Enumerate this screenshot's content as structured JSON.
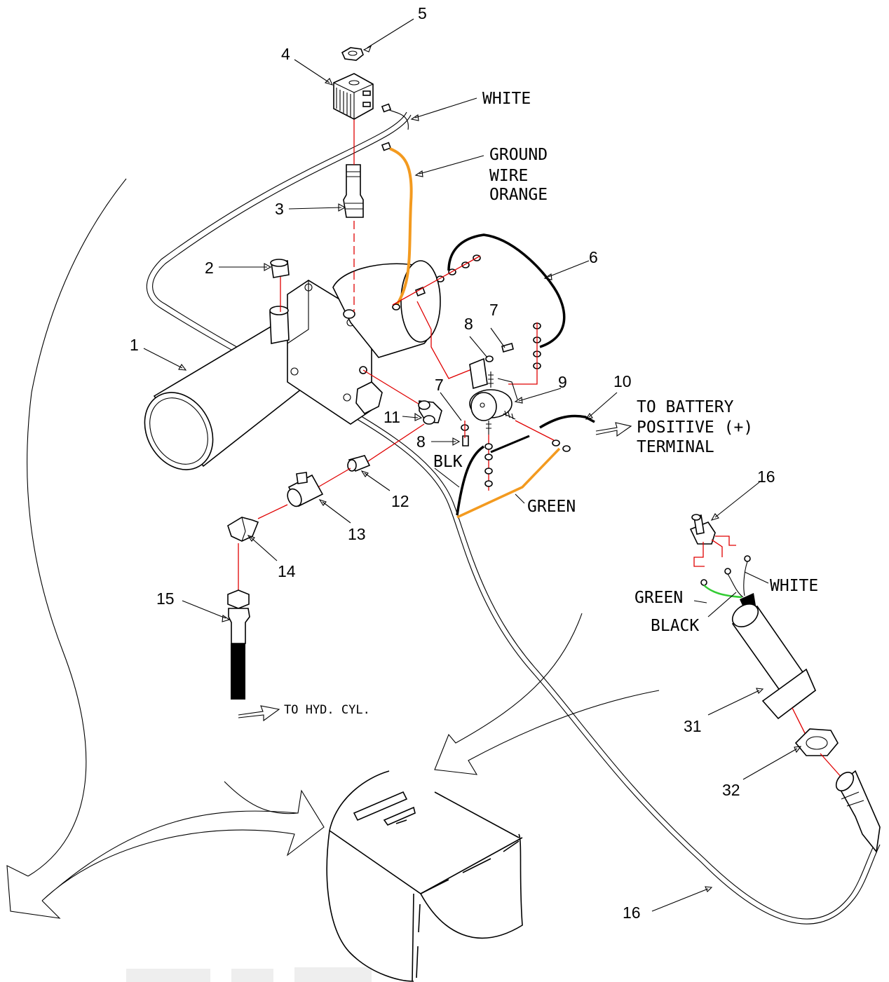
{
  "parts": {
    "p1": "1",
    "p2": "2",
    "p3": "3",
    "p4": "4",
    "p5": "5",
    "p6": "6",
    "p7a": "7",
    "p7b": "7",
    "p8a": "8",
    "p8b": "8",
    "p9": "9",
    "p10": "10",
    "p11": "11",
    "p12": "12",
    "p13": "13",
    "p14": "14",
    "p15": "15",
    "p16a": "16",
    "p16b": "16",
    "p31": "31",
    "p32": "32"
  },
  "wire_labels": {
    "white_top": "WHITE",
    "ground_line1": "GROUND",
    "ground_line2": "WIRE",
    "ground_line3": "ORANGE",
    "blk": "BLK",
    "green_mid": "GREEN",
    "green_right": "GREEN",
    "black_right": "BLACK",
    "white_right": "WHITE"
  },
  "callouts": {
    "battery_line1": "TO BATTERY",
    "battery_line2": "POSITIVE (+)",
    "battery_line3": "TERMINAL",
    "hyd_cyl": "TO HYD. CYL."
  },
  "colors": {
    "orange_wire": "#f39a1f",
    "green_wire": "#33cc33",
    "centerline_red": "#e00000",
    "black_wire": "#000000"
  }
}
